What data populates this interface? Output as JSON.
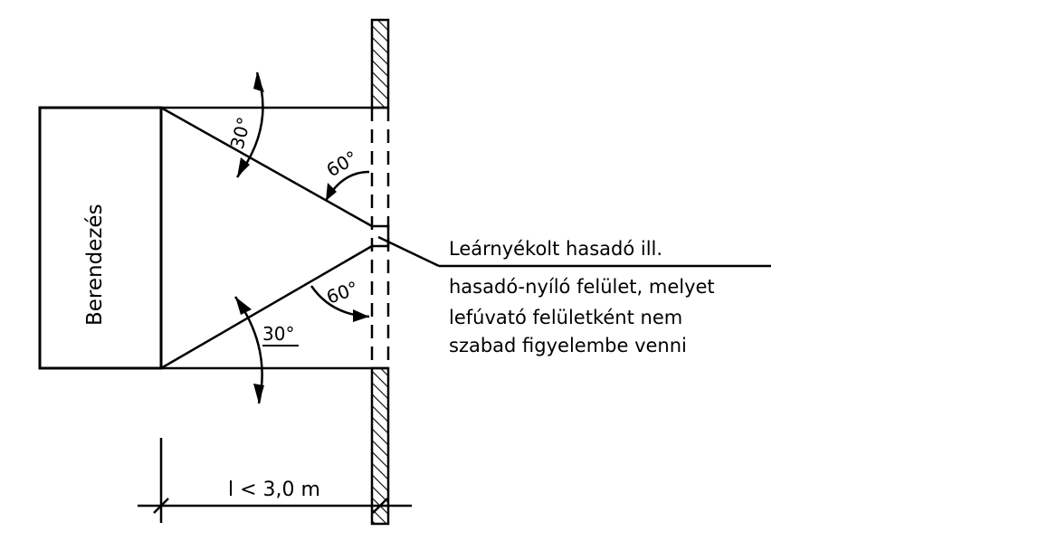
{
  "equipment_label": "Berendezés",
  "angles": {
    "upper_30": "30°",
    "upper_60": "60°",
    "lower_30": "30°",
    "lower_60": "60°"
  },
  "note_lines": [
    "Leárnyékolt hasadó ill.",
    "hasadó-nyíló felület, melyet",
    "lefúvató felületként nem",
    "szabad figyelembe venni"
  ],
  "dimension_label": "l < 3,0 m",
  "colors": {
    "ink": "#000000",
    "paper": "#ffffff"
  }
}
